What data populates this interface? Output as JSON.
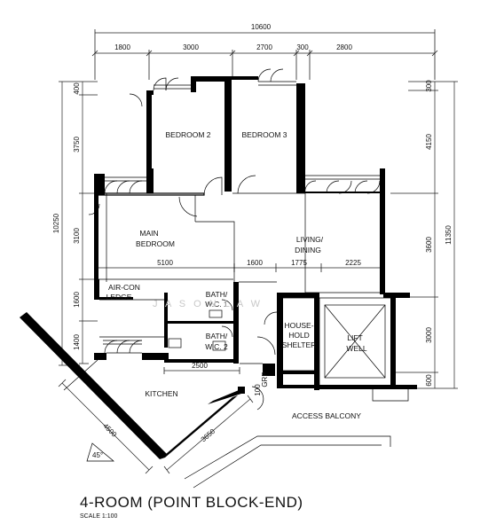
{
  "title": "4-ROOM (POINT BLOCK-END)",
  "scale": "SCALE  1:100",
  "watermark": "J A S O N   L A W",
  "angle": "45°",
  "rooms": {
    "bedroom2": "BEDROOM 2",
    "bedroom3": "BEDROOM 3",
    "main_bedroom_1": "MAIN",
    "main_bedroom_2": "BEDROOM",
    "living_1": "LIVING/",
    "living_2": "DINING",
    "aircon_1": "AIR-CON",
    "aircon_2": "LEDGE",
    "bath1_1": "BATH/",
    "bath1_2": "W.C. 1",
    "bath2_1": "BATH/",
    "bath2_2": "W.C. 2",
    "shelter_1": "HOUSE-",
    "shelter_2": "HOLD",
    "shelter_3": "SHELTER",
    "liftwell_1": "LIFT",
    "liftwell_2": "WELL",
    "kitchen": "KITCHEN",
    "access_balcony": "ACCESS  BALCONY",
    "grp_1": "100",
    "grp_2": "GRP"
  },
  "dimensions": {
    "top_total": "10600",
    "top_1800": "1800",
    "top_3000": "3000",
    "top_2700": "2700",
    "top_300": "300",
    "top_2800": "2800",
    "left_400": "400",
    "left_3750": "3750",
    "left_10250": "10250",
    "left_3100": "3100",
    "left_1600": "1600",
    "left_1400": "1400",
    "right_300": "300",
    "right_4150": "4150",
    "right_11350": "11350",
    "right_3600": "3600",
    "right_3000": "3000",
    "right_600": "600",
    "mid_5100": "5100",
    "mid_1600": "1600",
    "mid_1775": "1775",
    "mid_2225": "2225",
    "bath_2500": "2500",
    "diag_4500": "4500",
    "diag_3650": "3650"
  }
}
